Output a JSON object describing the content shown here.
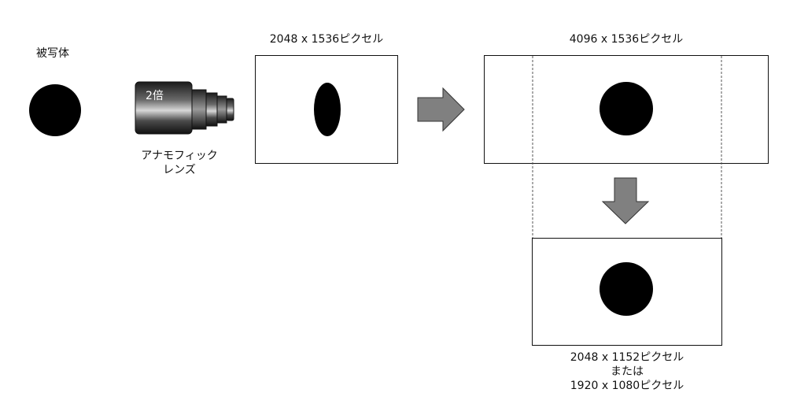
{
  "subject": {
    "label": "被写体"
  },
  "lens": {
    "badge": "2倍",
    "caption_line1": "アナモフィック",
    "caption_line2": "レンズ"
  },
  "frames": {
    "captured": {
      "label": "2048 x 1536ピクセル"
    },
    "stretched": {
      "label": "4096 x 1536ピクセル"
    },
    "cropped": {
      "label_line1": "2048 x 1152ピクセル",
      "label_line2": "または",
      "label_line3": "1920 x 1080ピクセル"
    }
  },
  "colors": {
    "arrow_fill": "#808080",
    "arrow_stroke": "#333333",
    "object": "#000000",
    "lens_body": "#3a3a3a"
  }
}
